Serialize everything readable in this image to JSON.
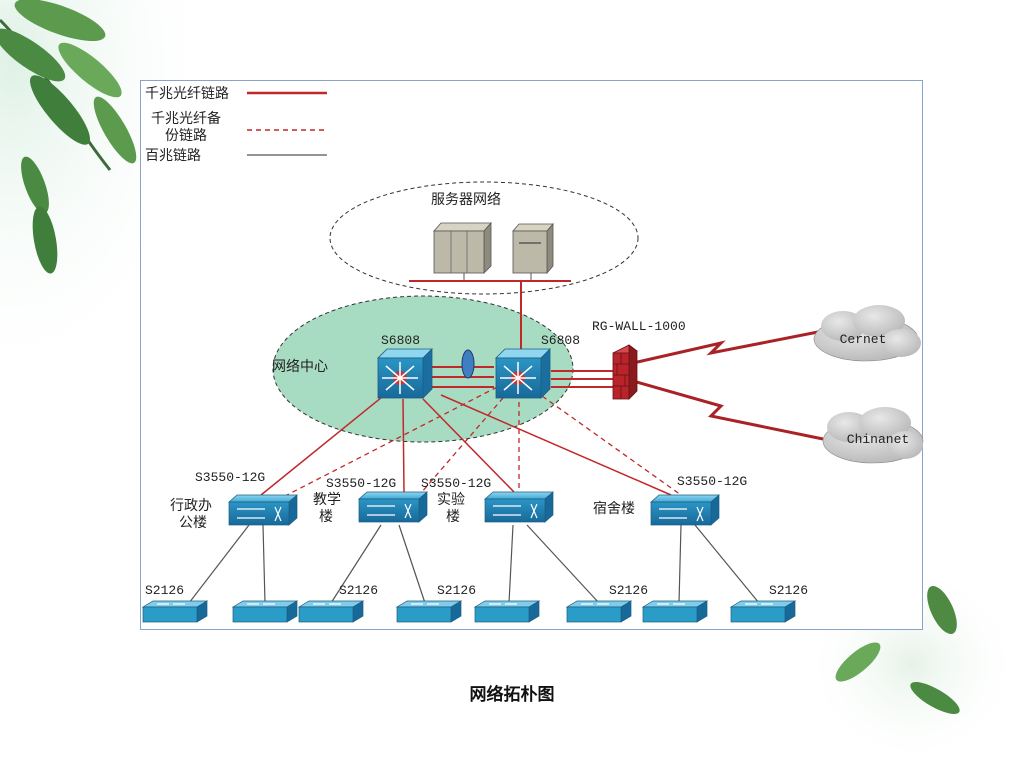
{
  "caption": "网络拓朴图",
  "legend": {
    "gigabit_fiber": "千兆光纤链路",
    "gigabit_fiber_backup_line1": "千兆光纤备",
    "gigabit_fiber_backup_line2": "份链路",
    "hundred_mbit": "百兆链路"
  },
  "server_zone": {
    "label": "服务器网络"
  },
  "core_zone": {
    "label": "网络中心"
  },
  "core_switches": [
    {
      "model": "S6808"
    },
    {
      "model": "S6808"
    }
  ],
  "firewall": {
    "model": "RG-WALL-1000"
  },
  "clouds": [
    {
      "name": "Cernet"
    },
    {
      "name": "Chinanet"
    }
  ],
  "distribution_switches": [
    {
      "model": "S3550-12G",
      "building": [
        "行政办",
        "公楼"
      ]
    },
    {
      "model": "S3550-12G",
      "building": [
        "教学",
        "楼"
      ]
    },
    {
      "model": "S3550-12G",
      "building": [
        "实验",
        "楼"
      ]
    },
    {
      "model": "S3550-12G",
      "building": [
        "宿舍楼"
      ]
    }
  ],
  "access_switch_labels": [
    "S2126",
    "S2126",
    "S2126",
    "S2126",
    "S2126"
  ],
  "colors": {
    "fiber": "#c0282a",
    "copper": "#555555",
    "core_zone_fill": "#a8dcc2",
    "switch_blue": "#2a9cc8",
    "firewall_red": "#b8242a",
    "cloud_grey": "#c8c8c8"
  }
}
